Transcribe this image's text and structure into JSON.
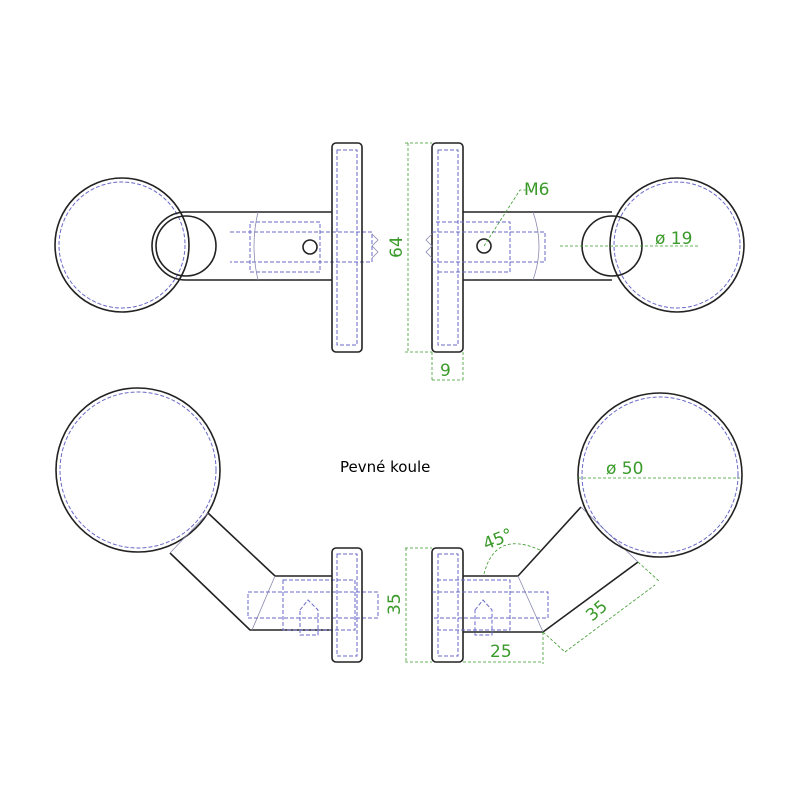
{
  "title": "Pevné koule",
  "dimensions": {
    "thread": "M6",
    "hole_diameter": "ø 19",
    "plate_height_top": "64",
    "plate_thickness": "9",
    "ball_diameter": "ø 50",
    "angle": "45°",
    "plate_height_bottom": "35",
    "arm_length": "35",
    "offset": "25"
  },
  "colors": {
    "dimension": "#3a9a2a",
    "outline": "#222222",
    "hidden": "#6a6ac8"
  }
}
